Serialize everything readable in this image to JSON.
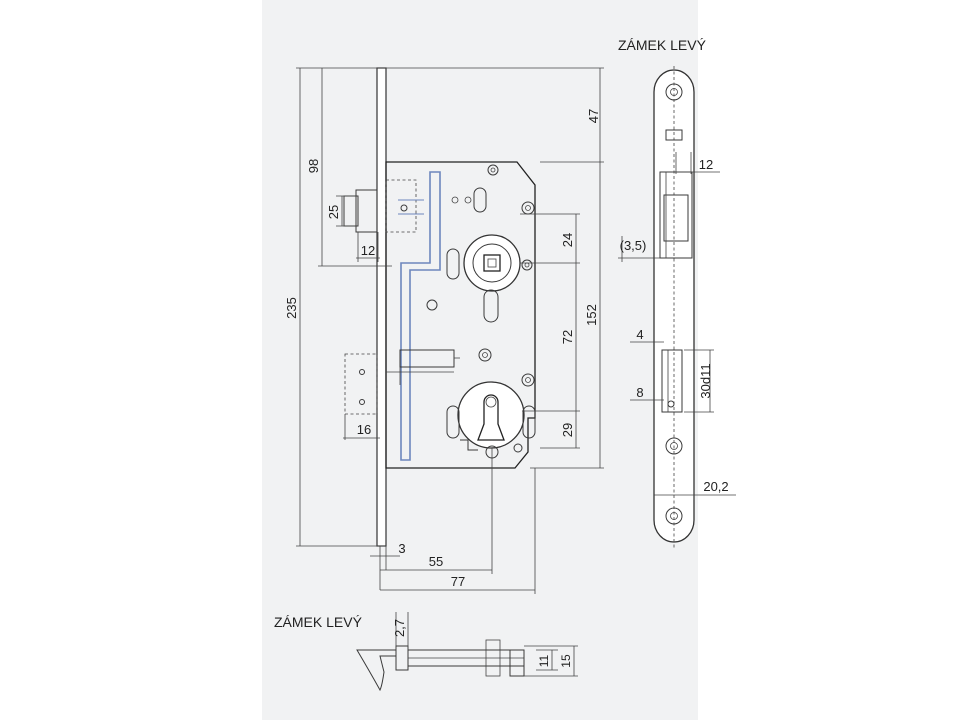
{
  "drawing": {
    "titles": {
      "faceplate": "ZÁMEK LEVÝ",
      "top_view": "ZÁMEK LEVÝ"
    },
    "dimensions": {
      "d47": "47",
      "d98": "98",
      "d235": "235",
      "d25": "25",
      "d12_latch": "12",
      "d16": "16",
      "d24": "24",
      "d72": "72",
      "d152": "152",
      "d29": "29",
      "d3": "3",
      "d55": "55",
      "d77": "77",
      "d12_face": "12",
      "d3_5": "(3,5)",
      "d4": "4",
      "d8": "8",
      "d30d11": "30d11",
      "d20_2": "20,2",
      "d2_7": "2,7",
      "d11": "11",
      "d15": "15"
    }
  }
}
